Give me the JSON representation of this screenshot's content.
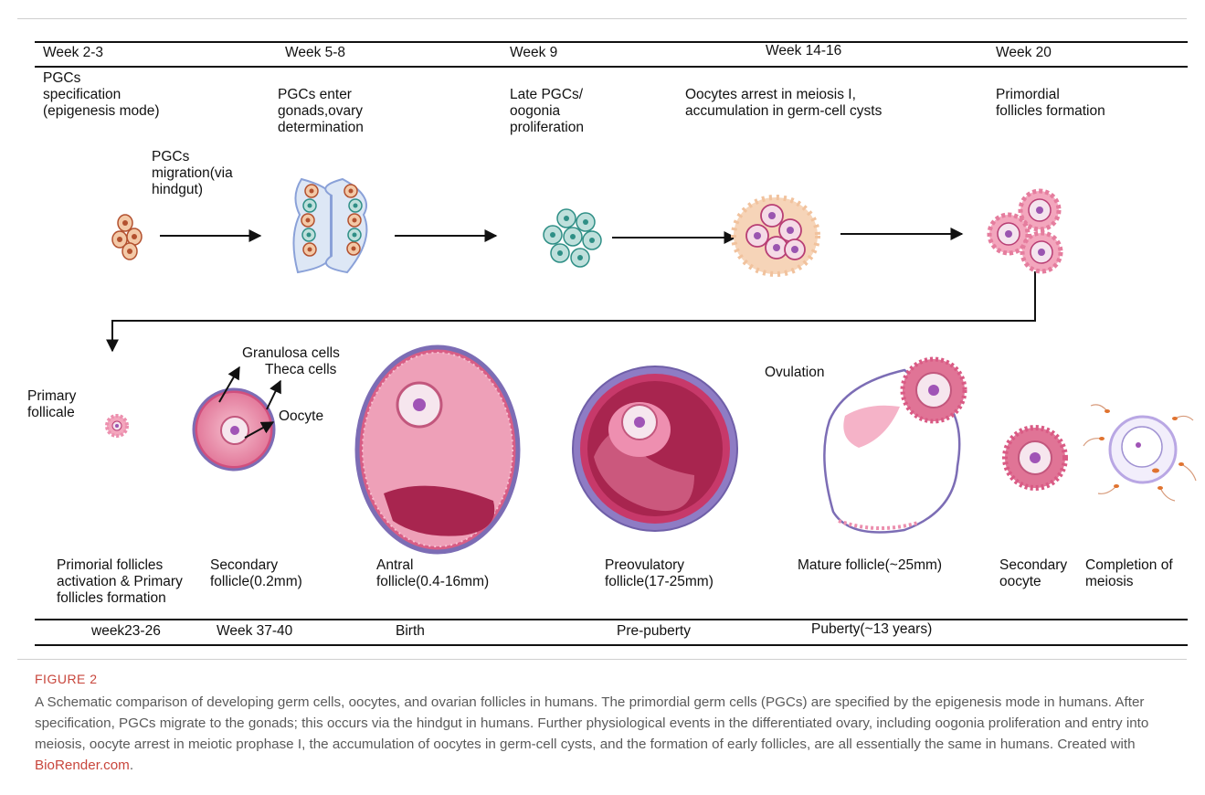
{
  "timeline_top": [
    "Week 2-3",
    "Week 5-8",
    "Week 9",
    "Week 14-16",
    "Week 20"
  ],
  "stages_top": [
    "PGCs\nspecification\n(epigenesis mode)",
    "PGCs enter\ngonads,ovary\ndetermination",
    "Late PGCs/\noogonia\nproliferation",
    "Oocytes arrest in meiosis I,\naccumulation in germ-cell cysts",
    "Primordial\nfollicles formation"
  ],
  "migration_label": "PGCs\nmigration(via\nhindgut)",
  "annotations": {
    "primary_follicle": "Primary\nfollicale",
    "granulosa": "Granulosa cells",
    "theca": "Theca cells",
    "oocyte": "Oocyte",
    "ovulation": "Ovulation"
  },
  "stages_bottom": [
    "Primorial follicles\nactivation & Primary\nfollicles formation",
    "Secondary\nfollicle(0.2mm)",
    "Antral\nfollicle(0.4-16mm)",
    "Preovulatory\nfollicle(17-25mm)",
    "Mature follicle(~25mm)",
    "Secondary\noocyte",
    "Completion of\nmeiosis"
  ],
  "timeline_bottom": [
    "week23-26",
    "Week 37-40",
    "Birth",
    "Pre-puberty",
    "Puberty(~13 years)"
  ],
  "figure_label": "FIGURE 2",
  "caption_text": "A Schematic comparison of developing germ cells, oocytes, and ovarian follicles in humans. The primordial germ cells (PGCs) are specified by the epigenesis mode in humans. After specification, PGCs migrate to the gonads; this occurs via the hindgut in humans. Further physiological events in the differentiated ovary, including oogonia proliferation and entry into meiosis, oocyte arrest in meiotic prophase I, the accumulation of oocytes in germ-cell cysts, and the formation of early follicles, are all essentially the same in humans. Created with ",
  "caption_link": "BioRender.com",
  "caption_end": ".",
  "colors": {
    "pgc_fill": "#f3c9a7",
    "pgc_nucleus": "#c06a4a",
    "oogonia_fill": "#bfe0dc",
    "oogonia_nucleus": "#2f8f86",
    "follicle_pink": "#e88aa8",
    "follicle_dark": "#a8254f",
    "theca_purple": "#7c6db5",
    "oocyte_nucleus": "#a054b6",
    "accent_link": "#c8463c"
  }
}
